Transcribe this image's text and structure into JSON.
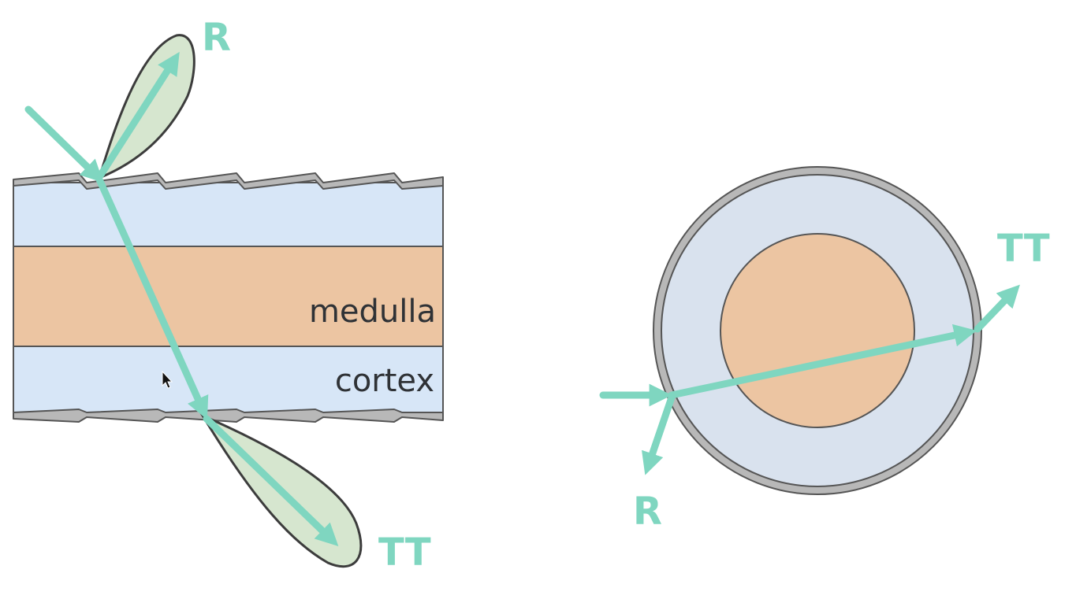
{
  "colors": {
    "ray": "#7fd6c0",
    "lobe_fill": "#d6e6cf",
    "lobe_stroke": "#3c3c3c",
    "cortex": "#d7e6f7",
    "medulla": "#ecc5a2",
    "cuticle": "#b8b8b8",
    "outline": "#555555",
    "circle_cortex": "#d9e2ee",
    "label_dark": "#2f3236"
  },
  "side_view": {
    "labels": {
      "medulla": "medulla",
      "cortex": "cortex",
      "reflection": "R",
      "transmission": "TT"
    }
  },
  "cross_section": {
    "labels": {
      "reflection": "R",
      "transmission": "TT"
    }
  },
  "cursor": "arrow-cursor-icon"
}
